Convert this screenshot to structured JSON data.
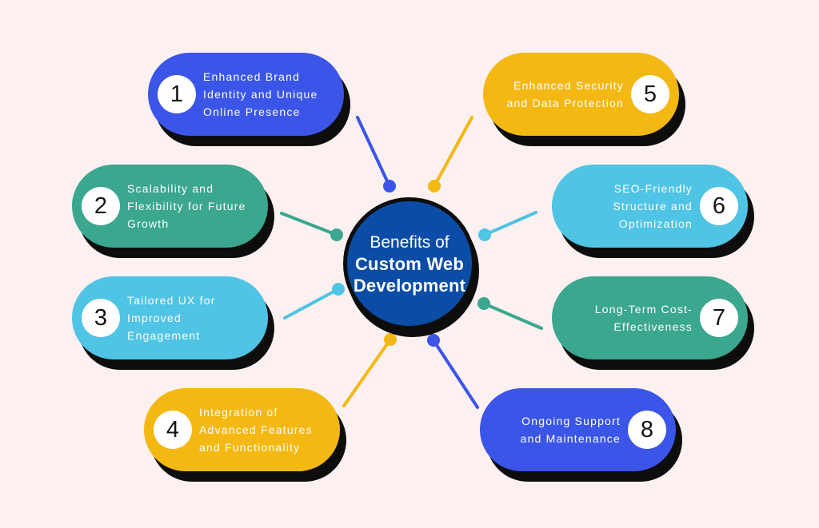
{
  "title": "Benefits of Custom Web Development infographic",
  "palette": {
    "background": "#fcf1f0",
    "blue": "#3b55e8",
    "teal": "#3aa78e",
    "cyan": "#4fc4e4",
    "yellow": "#f4b813",
    "center_blue": "#0b4da6",
    "shadow": "#0d0d0d"
  },
  "center": {
    "color": "#0b4da6",
    "line1": "Benefits of",
    "line2": "Custom Web",
    "line3": "Development"
  },
  "items": [
    {
      "number": "1",
      "side": "left",
      "color": "#3b55e8",
      "lines": [
        "Enhanced Brand",
        "Identity and Unique",
        "Online Presence"
      ]
    },
    {
      "number": "2",
      "side": "left",
      "color": "#3aa78e",
      "lines": [
        "Scalability and",
        "Flexibility for Future",
        "Growth"
      ]
    },
    {
      "number": "3",
      "side": "left",
      "color": "#4fc4e4",
      "lines": [
        "Tailored UX for",
        "Improved",
        "Engagement"
      ]
    },
    {
      "number": "4",
      "side": "left",
      "color": "#f4b813",
      "lines": [
        "Integration of",
        "Advanced Features",
        "and Functionality"
      ]
    },
    {
      "number": "5",
      "side": "right",
      "color": "#f4b813",
      "lines": [
        "Enhanced Security",
        "and Data Protection"
      ]
    },
    {
      "number": "6",
      "side": "right",
      "color": "#4fc4e4",
      "lines": [
        "SEO-Friendly",
        "Structure and",
        "Optimization"
      ]
    },
    {
      "number": "7",
      "side": "right",
      "color": "#3aa78e",
      "lines": [
        "Long-Term Cost-",
        "Effectiveness"
      ]
    },
    {
      "number": "8",
      "side": "right",
      "color": "#3b55e8",
      "lines": [
        "Ongoing Support",
        "and Maintenance"
      ]
    }
  ]
}
